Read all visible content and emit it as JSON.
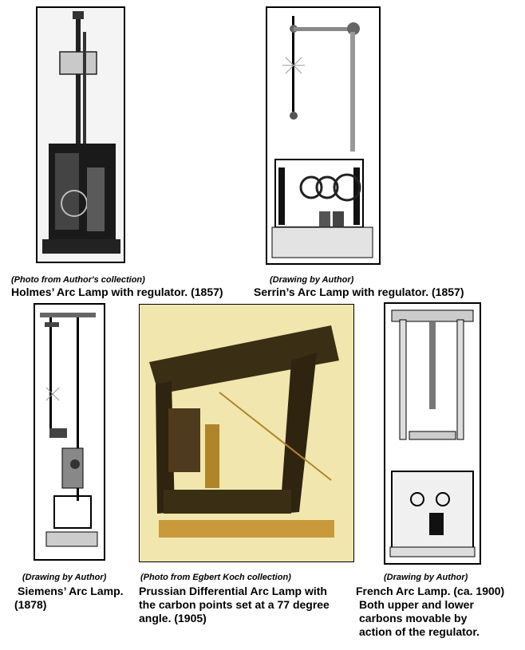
{
  "figures": [
    {
      "id": "holmes",
      "credit": "(Photo from Author's collection)",
      "caption": "Holmes’ Arc Lamp with regulator. (1857)"
    },
    {
      "id": "serrin",
      "credit": "(Drawing by Author)",
      "caption": "Serrin’s Arc Lamp with regulator. (1857)"
    },
    {
      "id": "siemens",
      "credit": "(Drawing by Author)",
      "caption_lines": [
        "Siemens’ Arc Lamp.",
        "(1878)"
      ]
    },
    {
      "id": "prussian",
      "credit": "(Photo from Egbert Koch collection)",
      "caption_lines": [
        "Prussian Differential Arc Lamp with",
        "the carbon points set at a 77 degree",
        "angle. (1905)"
      ]
    },
    {
      "id": "french",
      "credit": "(Drawing by Author)",
      "caption_lines": [
        "French Arc Lamp. (ca. 1900)",
        "Both upper and lower",
        "carbons movable by",
        "action of the regulator."
      ]
    }
  ]
}
